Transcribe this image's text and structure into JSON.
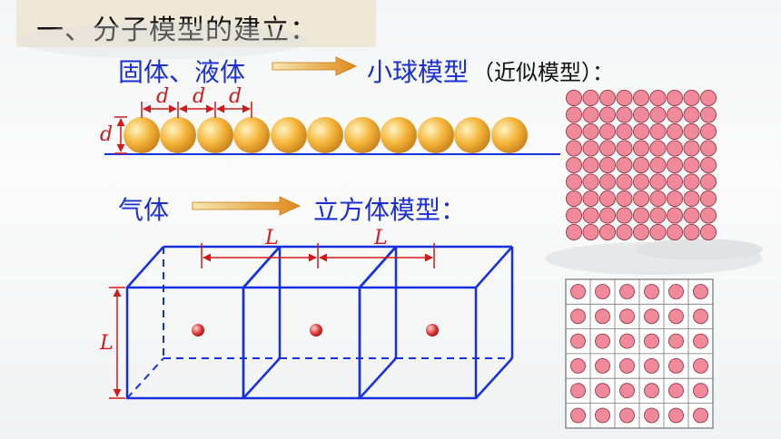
{
  "slide": {
    "title": "一、分子模型的建立：",
    "row1": {
      "left_label": "固体、液体",
      "right_label": "小球模型",
      "right_note": "（近似模型）：",
      "dimension_label": "d"
    },
    "row2": {
      "left_label": "气体",
      "right_label": "立方体模型：",
      "dimension_label": "L"
    }
  },
  "colors": {
    "blue_text": "#1a2fd4",
    "red_dimension": "#d21a1a",
    "cube_line": "#1530e0",
    "ball_fill": "#f2b232",
    "grid_ball_fill": "#f08a9a"
  },
  "icons": {
    "arrow": "gradient-right-arrow",
    "ball": "sphere",
    "cube": "wireframe-cube"
  }
}
